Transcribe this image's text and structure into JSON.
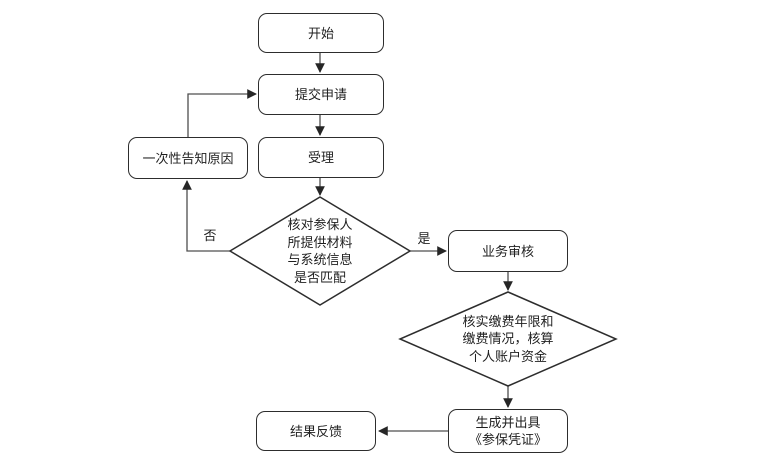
{
  "diagram": {
    "kind": "flowchart",
    "background_color": "#ffffff",
    "line_color": "#4f4f4f",
    "border_color": "#2d2d2d",
    "text_color": "#1f1f1f",
    "nodes": {
      "start": {
        "type": "terminator",
        "label": "开始"
      },
      "submit": {
        "type": "process",
        "label": "提交申请"
      },
      "accept": {
        "type": "process",
        "label": "受理"
      },
      "notify_reason": {
        "type": "process",
        "label": "一次性告知原因"
      },
      "check_match": {
        "type": "decision",
        "label": "核对参保人\n所提供材料\n与系统信息\n是否匹配"
      },
      "business_review": {
        "type": "process",
        "label": "业务审核"
      },
      "verify_payment": {
        "type": "decision",
        "label": "核实缴费年限和\n缴费情况，核算\n个人账户资金"
      },
      "issue_certificate": {
        "type": "process",
        "label": "生成并出具\n《参保凭证》"
      },
      "result_feedback": {
        "type": "process",
        "label": "结果反馈"
      }
    },
    "edges": [
      {
        "from": "start",
        "to": "submit",
        "label": ""
      },
      {
        "from": "submit",
        "to": "accept",
        "label": ""
      },
      {
        "from": "accept",
        "to": "check_match",
        "label": ""
      },
      {
        "from": "check_match",
        "to": "notify_reason",
        "label": "否"
      },
      {
        "from": "notify_reason",
        "to": "submit",
        "label": ""
      },
      {
        "from": "check_match",
        "to": "business_review",
        "label": "是"
      },
      {
        "from": "business_review",
        "to": "verify_payment",
        "label": ""
      },
      {
        "from": "verify_payment",
        "to": "issue_certificate",
        "label": ""
      },
      {
        "from": "issue_certificate",
        "to": "result_feedback",
        "label": ""
      }
    ]
  }
}
